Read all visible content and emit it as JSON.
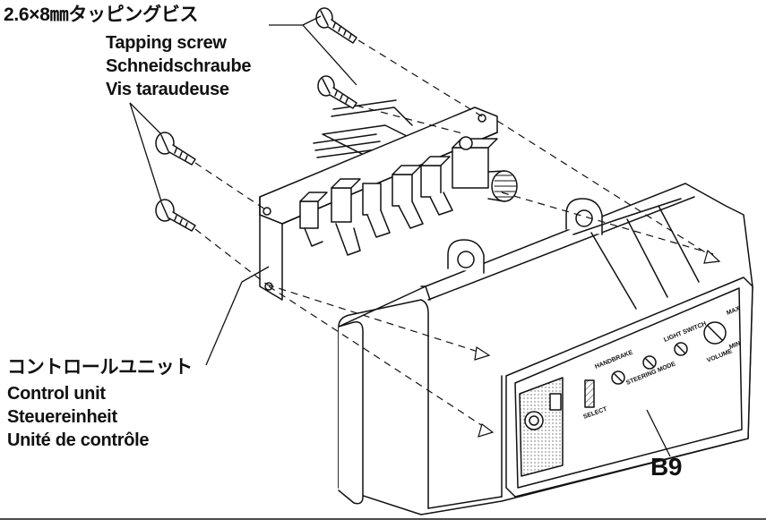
{
  "screw_callout": {
    "jp": "2.6×8㎜タッピングビス",
    "en": "Tapping screw",
    "de": "Schneidschraube",
    "fr": "Vis taraudeuse"
  },
  "unit_callout": {
    "jp": "コントロールユニット",
    "en": "Control unit",
    "de": "Steuereinheit",
    "fr": "Unité de contrôle"
  },
  "part_id": "B9",
  "panel_markings": {
    "select": "SELECT",
    "handbrake": "HANDBRAKE",
    "light_switch": "LIGHT SWITCH",
    "steering_mode": "STEERING MODE",
    "volume": "VOLUME",
    "min": "MIN",
    "max": "MAX"
  },
  "colors": {
    "ink": "#111111",
    "paper": "#ffffff"
  }
}
